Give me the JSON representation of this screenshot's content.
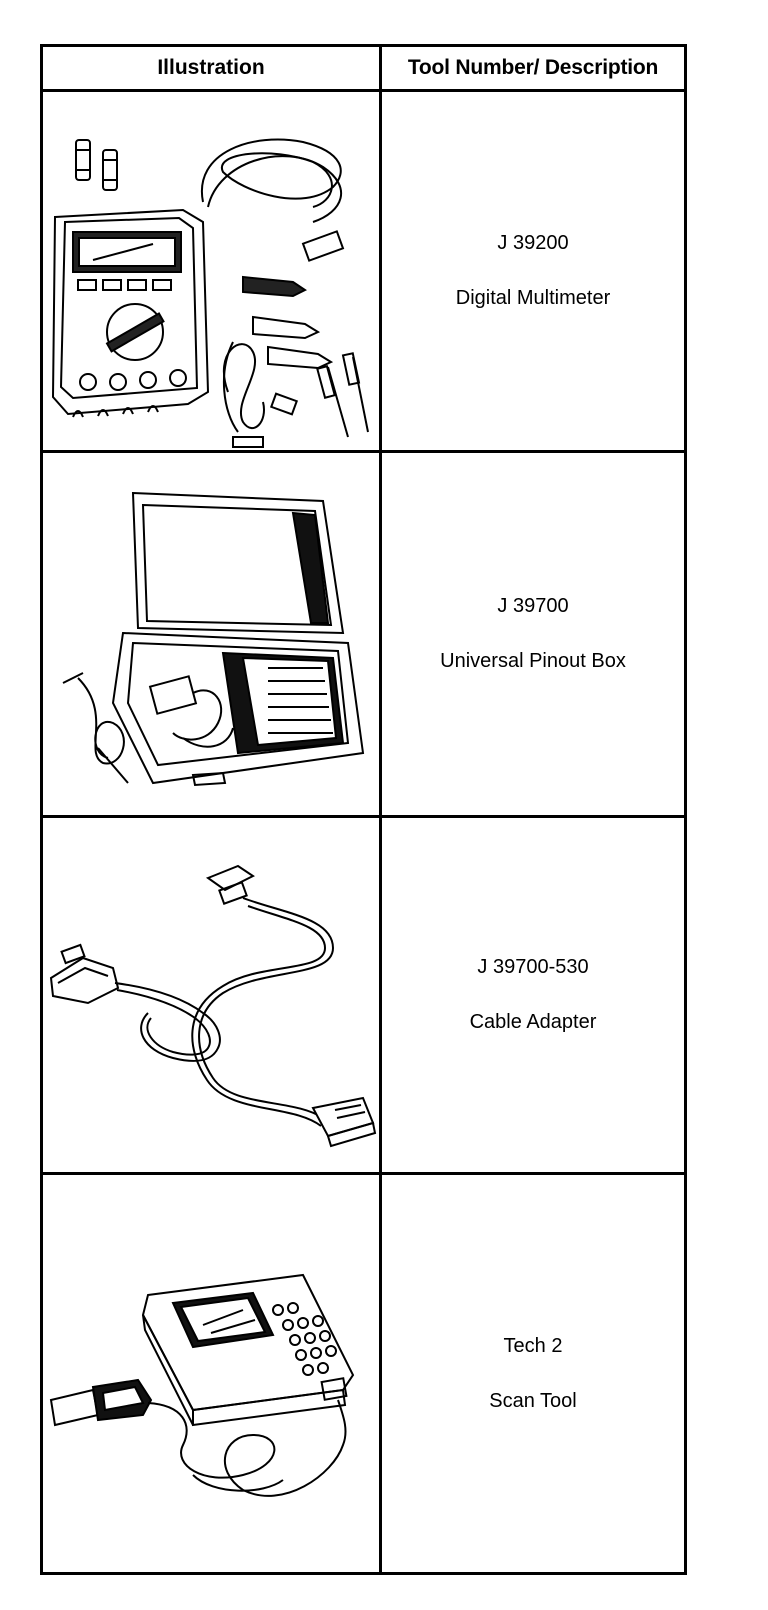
{
  "table": {
    "headers": {
      "illustration": "Illustration",
      "tool": "Tool Number/ Description"
    },
    "rows": [
      {
        "number": "J 39200",
        "description": "Digital Multimeter",
        "icon": "digital-multimeter-illustration"
      },
      {
        "number": "J 39700",
        "description": "Universal Pinout Box",
        "icon": "pinout-box-illustration"
      },
      {
        "number": "J 39700-530",
        "description": "Cable Adapter",
        "icon": "cable-adapter-illustration"
      },
      {
        "number": "Tech 2",
        "description": "Scan Tool",
        "icon": "scan-tool-illustration"
      }
    ]
  }
}
